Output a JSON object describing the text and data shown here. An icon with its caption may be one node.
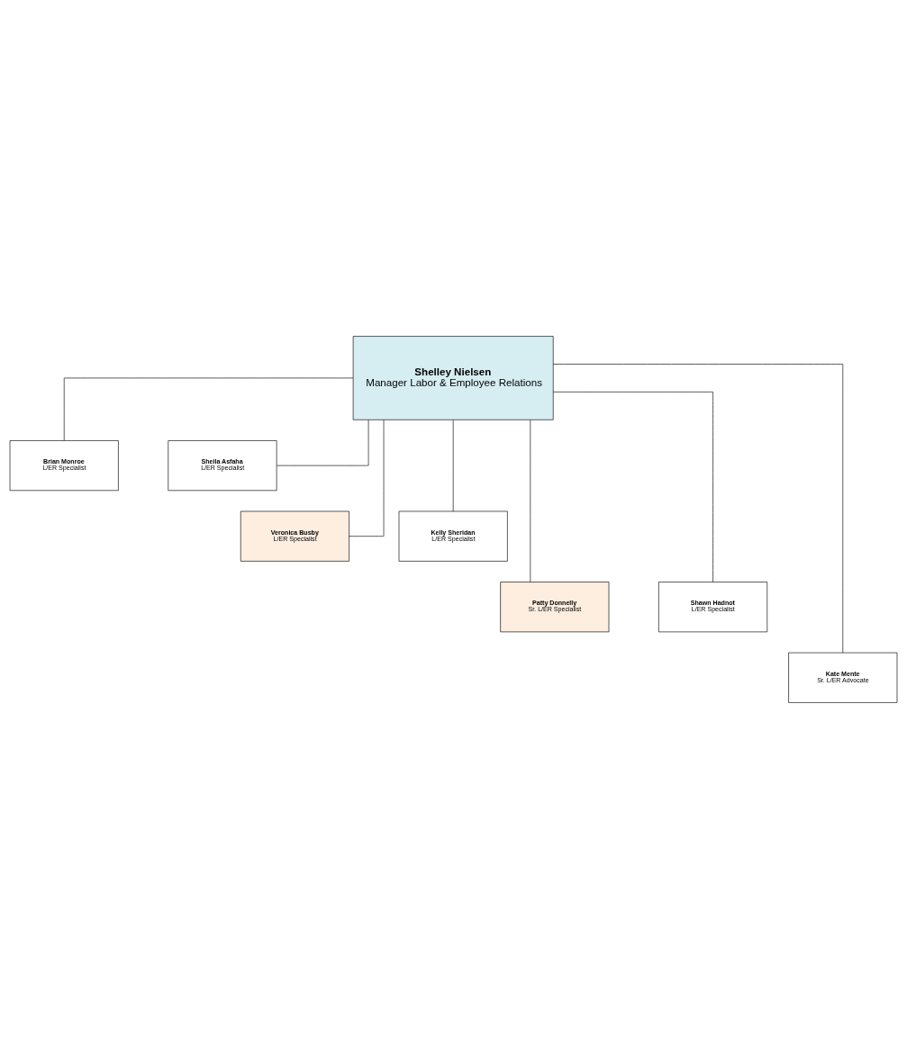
{
  "diagram": {
    "nodes": [
      {
        "text": [
          "Shelley Nielsen",
          "Manager Labor & Employee Relations"
        ]
      },
      {
        "text": [
          "Brian Monroe",
          "L/ER Specialist"
        ]
      },
      {
        "text": [
          "Sheila Asfaha",
          "L/ER Specialist"
        ]
      },
      {
        "text": [
          "Veronica Busby",
          "L/ER Specialist"
        ]
      },
      {
        "text": [
          "Kelly Sheridan",
          "L/ER Specialist"
        ]
      },
      {
        "text": [
          "Patty Donnelly",
          "Sr. L/ER Specialist"
        ]
      },
      {
        "text": [
          "Shawn Hadnot",
          "L/ER Specialist"
        ]
      },
      {
        "text": [
          "Kate Mente",
          "Sr. L/ER Advocate"
        ]
      }
    ],
    "edges": [
      {
        "from": 0,
        "to": 1,
        "arrow": "none"
      },
      {
        "from": 0,
        "to": 2,
        "arrow": "none"
      },
      {
        "from": 0,
        "to": 3,
        "arrow": "none"
      },
      {
        "from": 0,
        "to": 4,
        "arrow": "none"
      },
      {
        "from": 0,
        "to": 5,
        "arrow": "none"
      },
      {
        "from": 0,
        "to": 6,
        "arrow": "none"
      },
      {
        "from": 0,
        "to": 7,
        "arrow": "none"
      }
    ]
  }
}
